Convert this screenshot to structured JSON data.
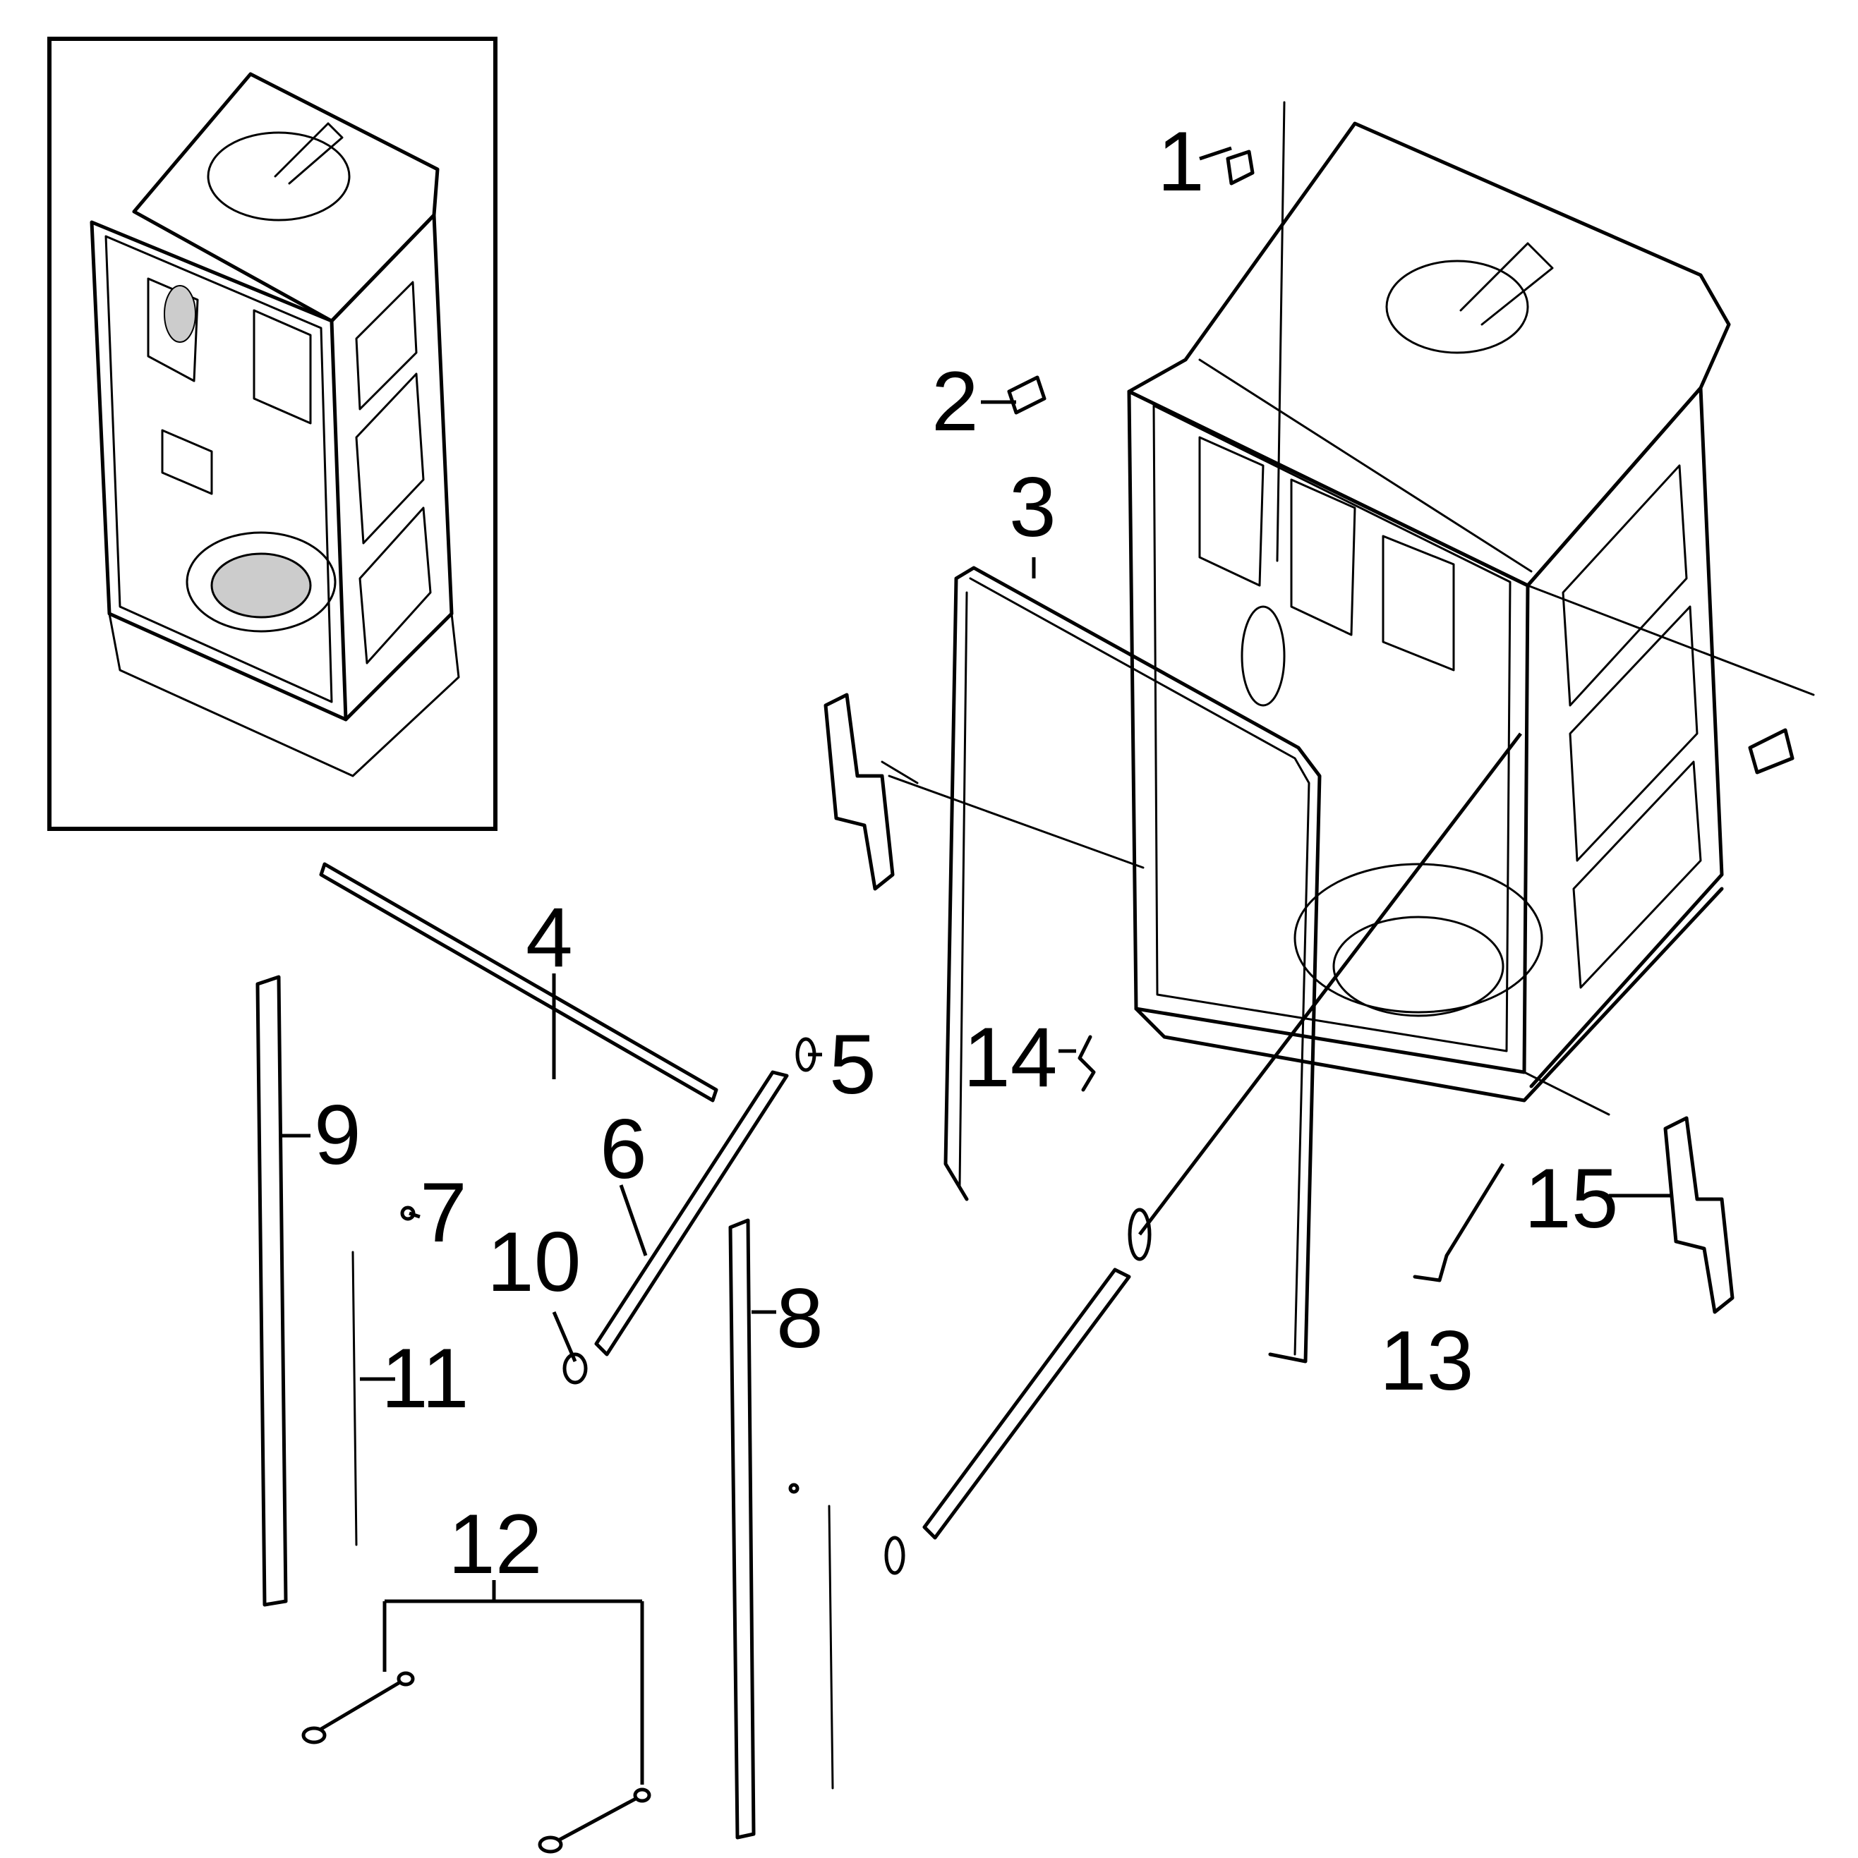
{
  "parts": [
    {
      "id": "1",
      "label": "1"
    },
    {
      "id": "2",
      "label": "2"
    },
    {
      "id": "3",
      "label": "3"
    },
    {
      "id": "4",
      "label": "4"
    },
    {
      "id": "5",
      "label": "5"
    },
    {
      "id": "6",
      "label": "6"
    },
    {
      "id": "7",
      "label": "7"
    },
    {
      "id": "8",
      "label": "8"
    },
    {
      "id": "9",
      "label": "9"
    },
    {
      "id": "10",
      "label": "10"
    },
    {
      "id": "11",
      "label": "11"
    },
    {
      "id": "12",
      "label": "12"
    },
    {
      "id": "13",
      "label": "13"
    },
    {
      "id": "14",
      "label": "14"
    },
    {
      "id": "15",
      "label": "15"
    }
  ]
}
